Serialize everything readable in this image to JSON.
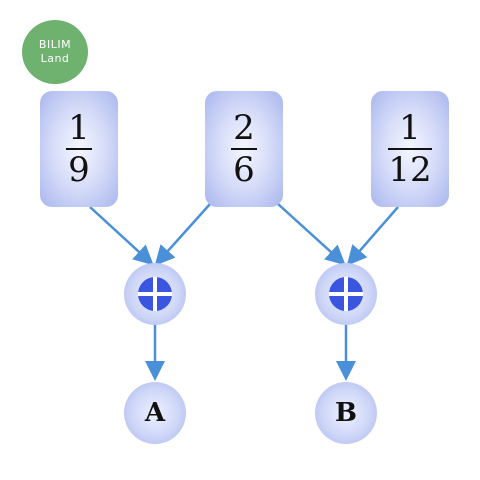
{
  "logo": {
    "line1": "BILIM",
    "line2": "Land"
  },
  "fractions": [
    {
      "numerator": "1",
      "denominator": "9"
    },
    {
      "numerator": "2",
      "denominator": "6"
    },
    {
      "numerator": "1",
      "denominator": "12"
    }
  ],
  "operations": [
    {
      "icon": "plus-icon"
    },
    {
      "icon": "plus-icon"
    }
  ],
  "results": [
    {
      "label": "A"
    },
    {
      "label": "B"
    }
  ],
  "colors": {
    "arrow": "#4a90d9",
    "operator": "#3a56e0",
    "logo": "#6fb26f"
  }
}
